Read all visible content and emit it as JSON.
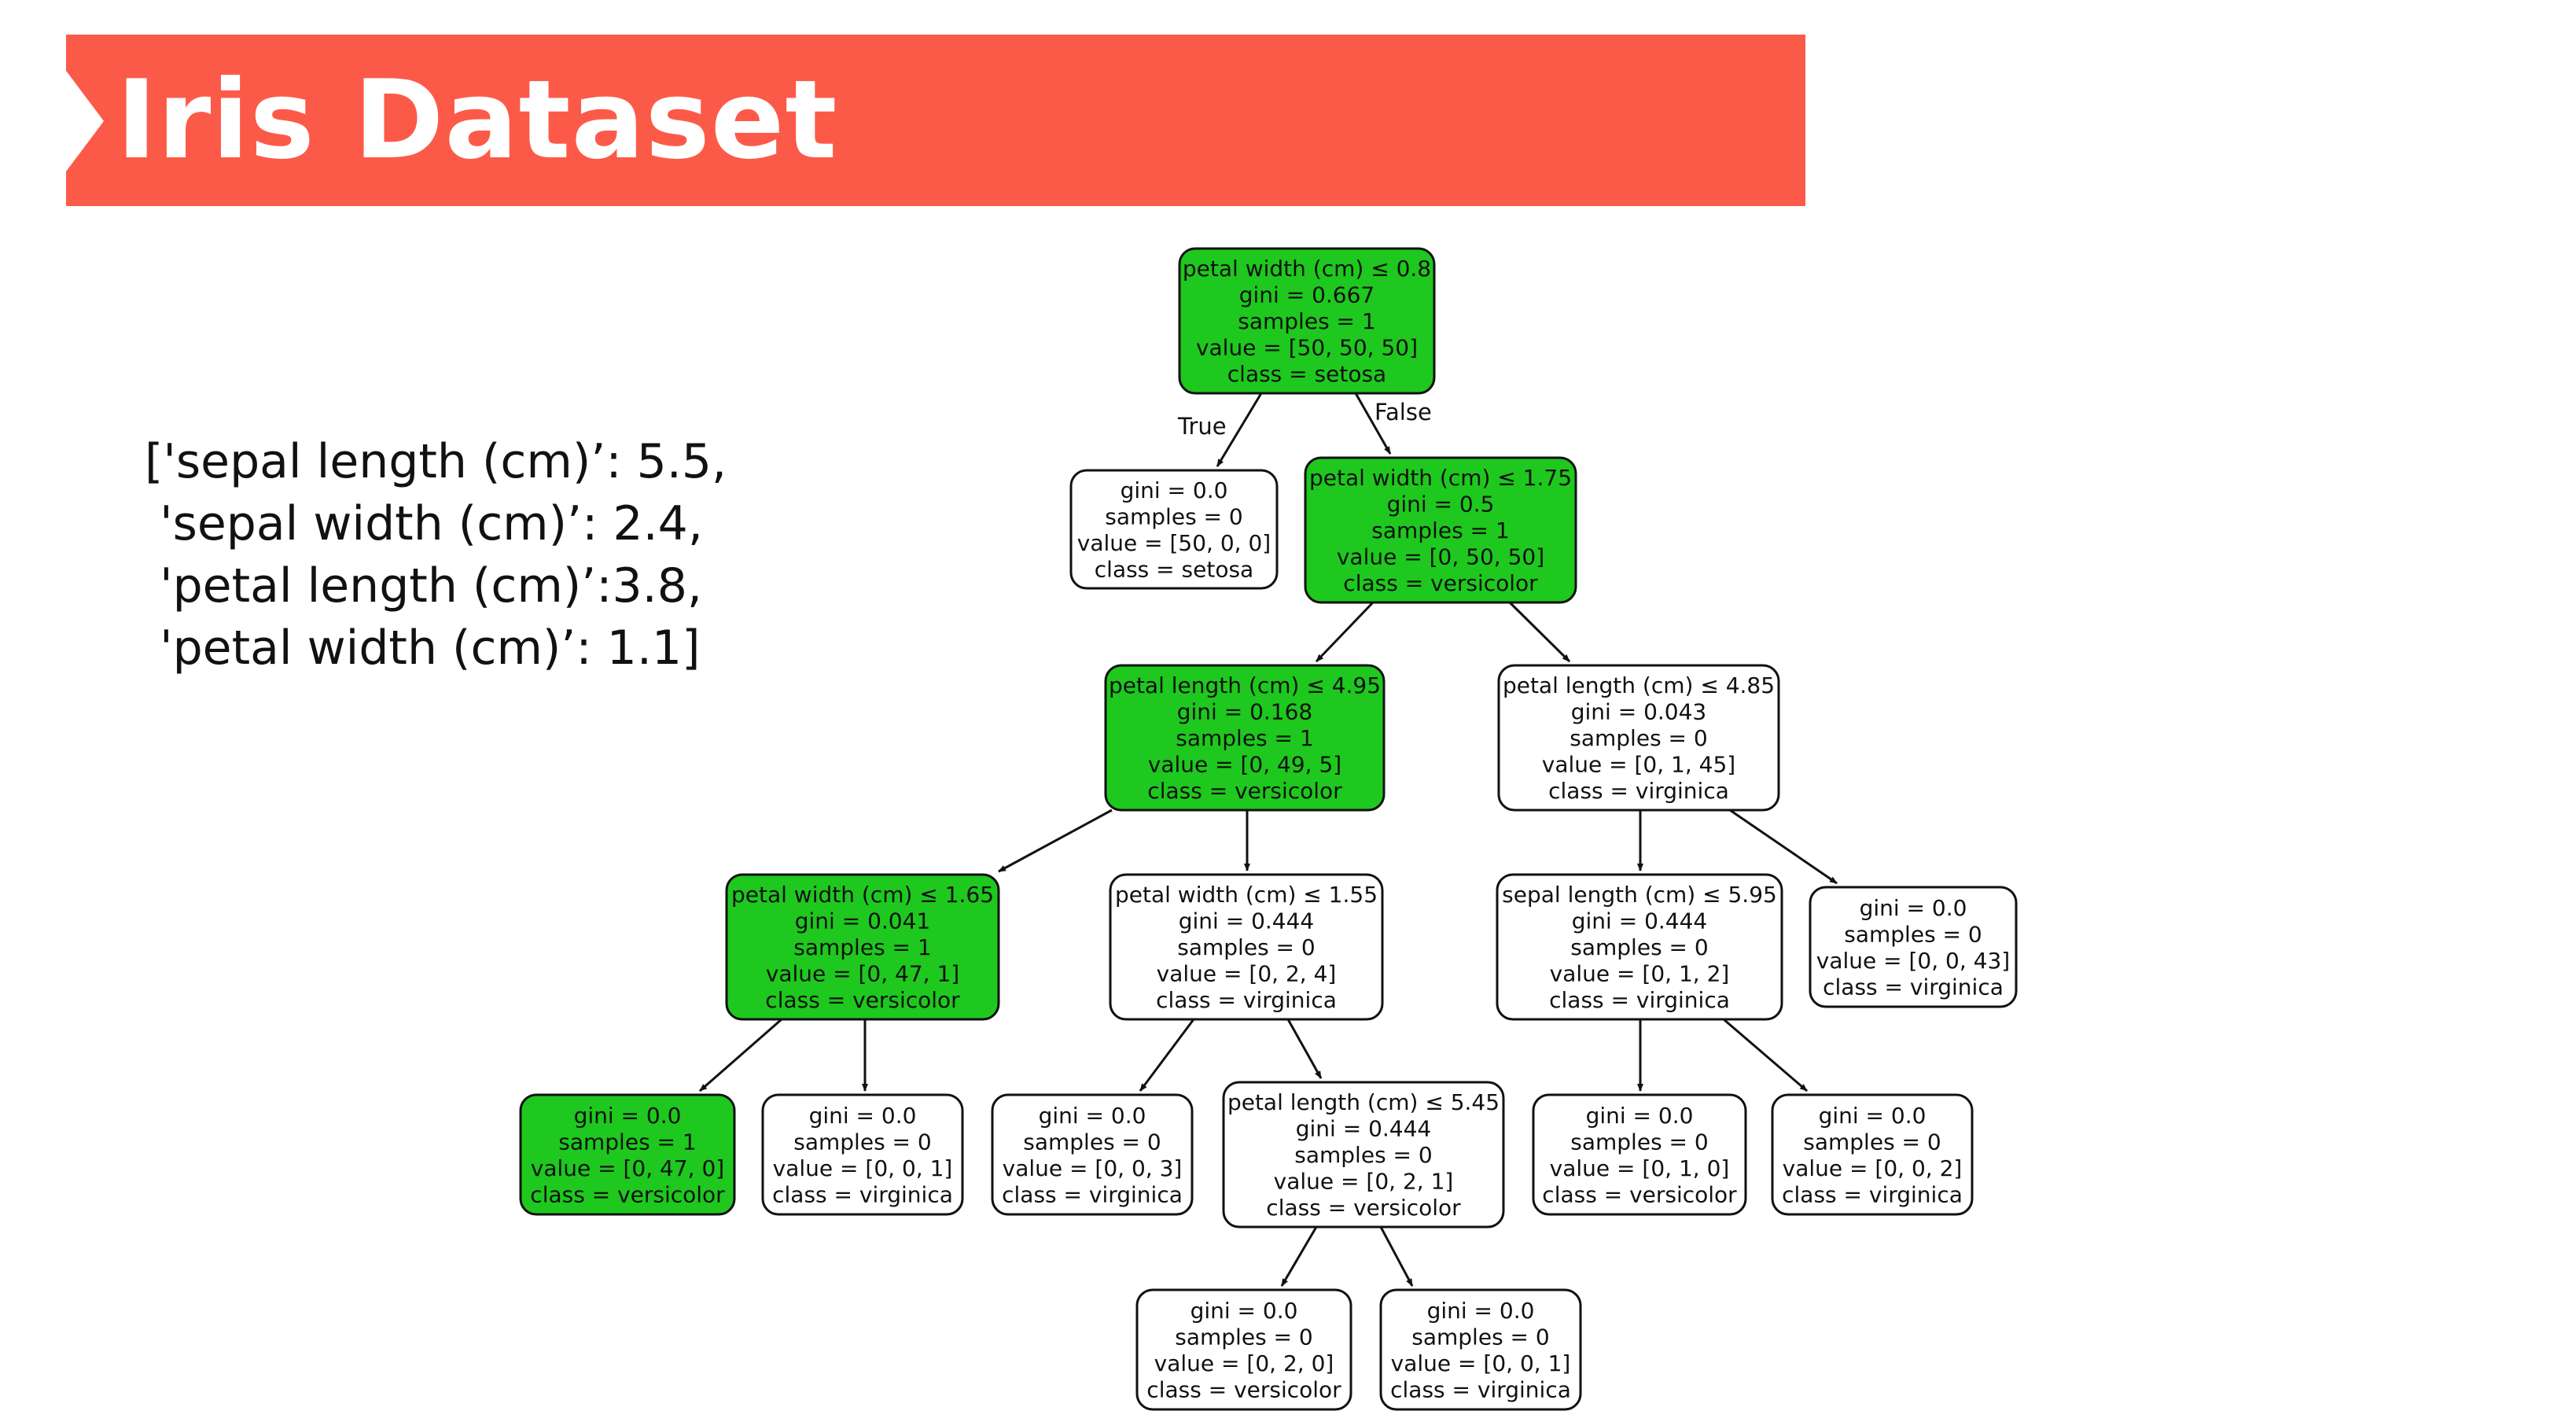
{
  "title": "Iris Dataset",
  "colors": {
    "banner": "#fc5a49",
    "path_node": "#1ec81e",
    "plain_node": "#ffffff"
  },
  "sample_lines": [
    "['sepal length (cm)’: 5.5,",
    " 'sepal width (cm)’: 2.4,",
    " 'petal length (cm)’:3.8,",
    " 'petal width (cm)’: 1.1]"
  ],
  "tree": {
    "edge_labels": {
      "true": "True",
      "false": "False"
    },
    "nodes": [
      {
        "id": "n0",
        "parent": null,
        "on_path": true,
        "lines": [
          "petal width (cm) ≤ 0.8",
          "gini = 0.667",
          "samples = 1",
          "value = [50, 50, 50]",
          "class = setosa"
        ]
      },
      {
        "id": "n1",
        "parent": "n0",
        "on_path": false,
        "lines": [
          "gini = 0.0",
          "samples = 0",
          "value = [50, 0, 0]",
          "class = setosa"
        ]
      },
      {
        "id": "n2",
        "parent": "n0",
        "on_path": true,
        "lines": [
          "petal width (cm) ≤ 1.75",
          "gini = 0.5",
          "samples = 1",
          "value = [0, 50, 50]",
          "class = versicolor"
        ]
      },
      {
        "id": "n3",
        "parent": "n2",
        "on_path": true,
        "lines": [
          "petal length (cm) ≤ 4.95",
          "gini = 0.168",
          "samples = 1",
          "value = [0, 49, 5]",
          "class = versicolor"
        ]
      },
      {
        "id": "n4",
        "parent": "n2",
        "on_path": false,
        "lines": [
          "petal length (cm) ≤ 4.85",
          "gini = 0.043",
          "samples = 0",
          "value = [0, 1, 45]",
          "class = virginica"
        ]
      },
      {
        "id": "n5",
        "parent": "n3",
        "on_path": true,
        "lines": [
          "petal width (cm) ≤ 1.65",
          "gini = 0.041",
          "samples = 1",
          "value = [0, 47, 1]",
          "class = versicolor"
        ]
      },
      {
        "id": "n6",
        "parent": "n3",
        "on_path": false,
        "lines": [
          "petal width (cm) ≤ 1.55",
          "gini = 0.444",
          "samples = 0",
          "value = [0, 2, 4]",
          "class = virginica"
        ]
      },
      {
        "id": "n7",
        "parent": "n4",
        "on_path": false,
        "lines": [
          "sepal length (cm) ≤ 5.95",
          "gini = 0.444",
          "samples = 0",
          "value = [0, 1, 2]",
          "class = virginica"
        ]
      },
      {
        "id": "n8",
        "parent": "n4",
        "on_path": false,
        "lines": [
          "gini = 0.0",
          "samples = 0",
          "value = [0, 0, 43]",
          "class = virginica"
        ]
      },
      {
        "id": "n9",
        "parent": "n5",
        "on_path": true,
        "lines": [
          "gini = 0.0",
          "samples = 1",
          "value = [0, 47, 0]",
          "class = versicolor"
        ]
      },
      {
        "id": "n10",
        "parent": "n5",
        "on_path": false,
        "lines": [
          "gini = 0.0",
          "samples = 0",
          "value = [0, 0, 1]",
          "class = virginica"
        ]
      },
      {
        "id": "n11",
        "parent": "n6",
        "on_path": false,
        "lines": [
          "gini = 0.0",
          "samples = 0",
          "value = [0, 0, 3]",
          "class = virginica"
        ]
      },
      {
        "id": "n12",
        "parent": "n6",
        "on_path": false,
        "lines": [
          "petal length (cm) ≤ 5.45",
          "gini = 0.444",
          "samples = 0",
          "value = [0, 2, 1]",
          "class = versicolor"
        ]
      },
      {
        "id": "n13",
        "parent": "n7",
        "on_path": false,
        "lines": [
          "gini = 0.0",
          "samples = 0",
          "value = [0, 1, 0]",
          "class = versicolor"
        ]
      },
      {
        "id": "n14",
        "parent": "n7",
        "on_path": false,
        "lines": [
          "gini = 0.0",
          "samples = 0",
          "value = [0, 0, 2]",
          "class = virginica"
        ]
      },
      {
        "id": "n15",
        "parent": "n12",
        "on_path": false,
        "lines": [
          "gini = 0.0",
          "samples = 0",
          "value = [0, 2, 0]",
          "class = versicolor"
        ]
      },
      {
        "id": "n16",
        "parent": "n12",
        "on_path": false,
        "lines": [
          "gini = 0.0",
          "samples = 0",
          "value = [0, 0, 1]",
          "class = virginica"
        ]
      }
    ]
  }
}
